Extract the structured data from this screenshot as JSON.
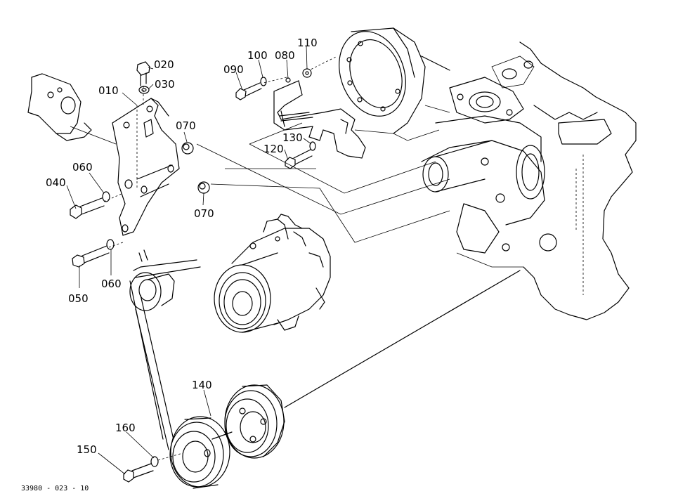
{
  "parts": [
    {
      "key": "p020",
      "label": "020"
    },
    {
      "key": "p030",
      "label": "030"
    },
    {
      "key": "p010",
      "label": "010"
    },
    {
      "key": "p070a",
      "label": "070"
    },
    {
      "key": "p060a",
      "label": "060"
    },
    {
      "key": "p040",
      "label": "040"
    },
    {
      "key": "p070b",
      "label": "070"
    },
    {
      "key": "p050",
      "label": "050"
    },
    {
      "key": "p060b",
      "label": "060"
    },
    {
      "key": "p090",
      "label": "090"
    },
    {
      "key": "p100",
      "label": "100"
    },
    {
      "key": "p080",
      "label": "080"
    },
    {
      "key": "p110",
      "label": "110"
    },
    {
      "key": "p130",
      "label": "130"
    },
    {
      "key": "p120",
      "label": "120"
    },
    {
      "key": "p140",
      "label": "140"
    },
    {
      "key": "p160",
      "label": "160"
    },
    {
      "key": "p150",
      "label": "150"
    }
  ],
  "drawing_code": "33980 - 023 - 10"
}
